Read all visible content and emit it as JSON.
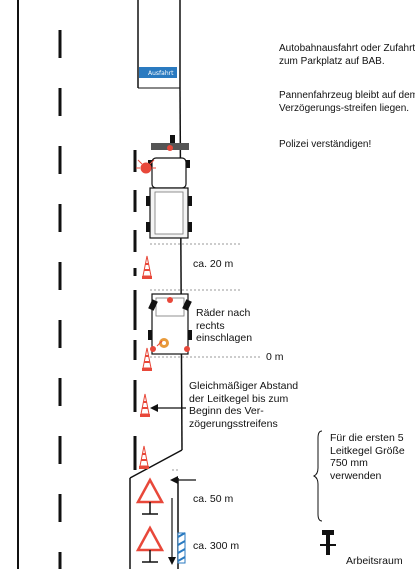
{
  "notes": [
    "Autobahnausfahrt oder Zufahrt zum Parkplatz auf BAB.",
    "Pannenfahrzeug bleibt auf dem Verzögerungs-streifen liegen.",
    "Polizei verständigen!"
  ],
  "sign_exit": "Ausfahrt",
  "distance_20": "ca. 20 m",
  "distance_0": "0 m",
  "distance_50": "ca. 50 m",
  "distance_300": "ca. 300 m",
  "wheels_label": "Räder nach rechts einschlagen",
  "spacing_label": "Gleichmäßiger Abstand der Leitkegel bis zum Beginn des Ver-zögerungsstreifens",
  "cones_label": "Für die ersten 5 Leitkegel Größe 750 mm verwenden",
  "workzone_label": "Arbeitsraum",
  "colors": {
    "red": "#e8483a",
    "blue": "#2a7ac0",
    "black": "#111111",
    "grey": "#bdbdbd",
    "light_grey": "#dcdcdc"
  }
}
